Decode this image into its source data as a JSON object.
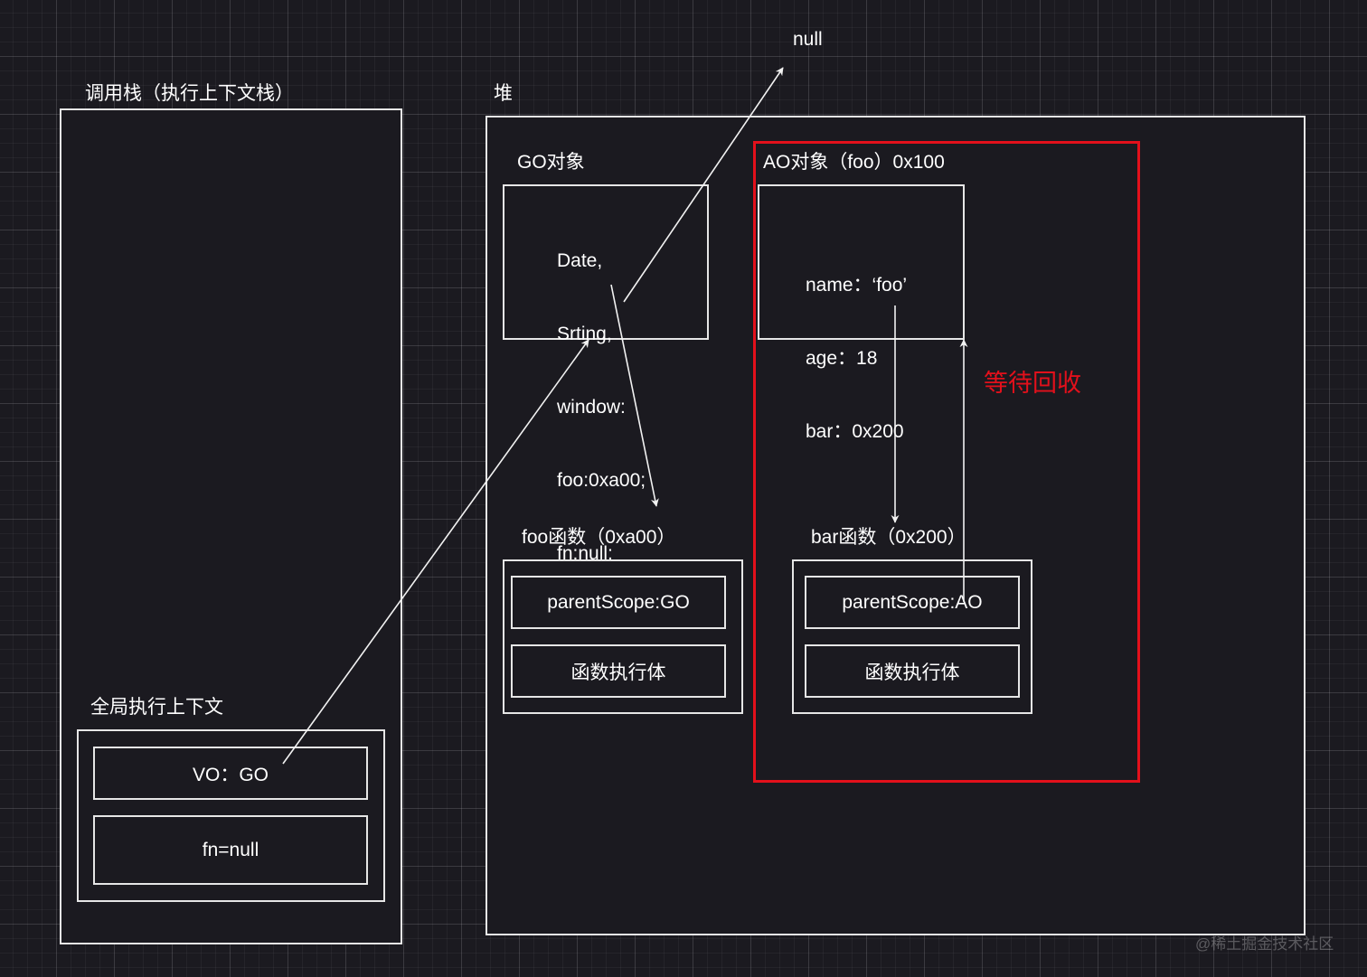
{
  "call_stack": {
    "title": "调用栈（执行上下文栈）",
    "global_context": {
      "title": "全局执行上下文",
      "vo": "VO：GO",
      "fn": "fn=null"
    }
  },
  "heap": {
    "title": "堆",
    "go_object": {
      "title": "GO对象",
      "lines": [
        "Date,",
        "Srting,",
        "window:",
        "foo:0xa00;",
        "fn:null;"
      ]
    },
    "ao_object": {
      "title": "AO对象（foo）0x100",
      "lines": [
        "name：‘foo’",
        "age：18",
        "bar：0x200"
      ]
    },
    "foo_function": {
      "title": "foo函数（0xa00）",
      "parent_scope": "parentScope:GO",
      "body": "函数执行体"
    },
    "bar_function": {
      "title": "bar函数（0x200）",
      "parent_scope": "parentScope:AO",
      "body": "函数执行体"
    },
    "gc_label": "等待回收"
  },
  "null_label": "null",
  "watermark": "@稀土掘金技术社区",
  "colors": {
    "background": "#1b1a20",
    "stroke": "#e6e6e6",
    "highlight": "#e3101b"
  }
}
